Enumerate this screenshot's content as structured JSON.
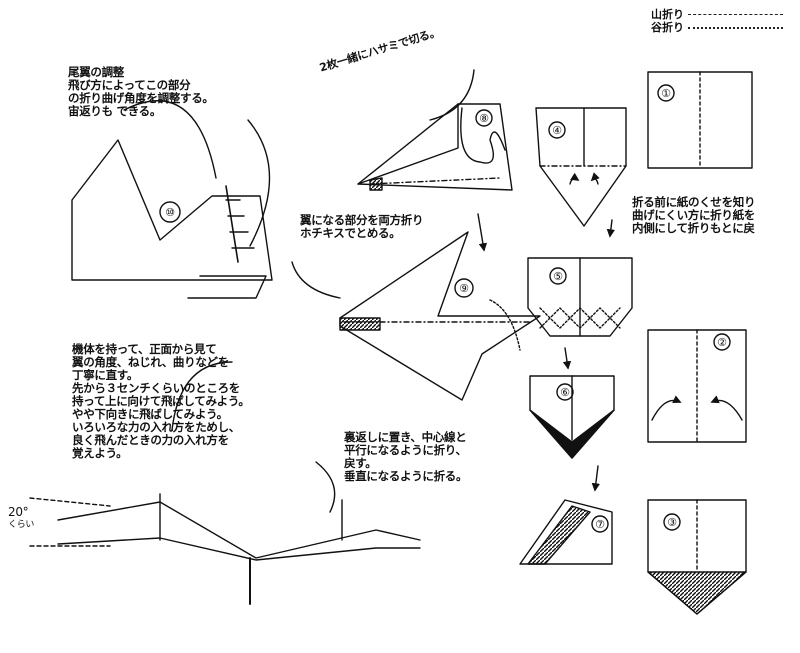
{
  "legend": {
    "mountain_fold": "山折り",
    "valley_fold": "谷折り"
  },
  "notes": {
    "tail_title": "尾翼の調整",
    "tail_lines": [
      "飛び方によってこの部分",
      "の折り曲げ角度を調整する。",
      "宙返りも できる。"
    ],
    "cut_text": "2枚一緒にハサミで切る。",
    "wing_lines": [
      "翼になる部分を両方折り",
      "ホチキスでとめる。"
    ],
    "crease_lines": [
      "折る前に紙のくせを知り",
      "曲げにくい方に折り紙を",
      "内側にして折りもとに戻"
    ],
    "flight_lines": [
      "機体を持って、正面から見て",
      "翼の角度、ねじれ、曲りなどを",
      "丁寧に直す。",
      "先から３センチくらいのところを",
      "持って上に向けて飛ばしてみよう。",
      "やや下向きに飛ばしてみよう。",
      "いろいろな力の入れ方をためし、",
      "良く飛んだときの力の入れ方を",
      "覚えよう。"
    ],
    "reverse_lines": [
      "裏返しに置き、中心線と",
      "平行になるように折り、",
      "戻す。",
      "垂直になるように折る。"
    ],
    "angle_value": "20°",
    "angle_suffix": "くらい"
  },
  "steps": [
    "①",
    "②",
    "③",
    "④",
    "⑤",
    "⑥",
    "⑦",
    "⑧",
    "⑨",
    "⑩"
  ],
  "colors": {
    "ink": "#111111",
    "paper": "#ffffff"
  }
}
